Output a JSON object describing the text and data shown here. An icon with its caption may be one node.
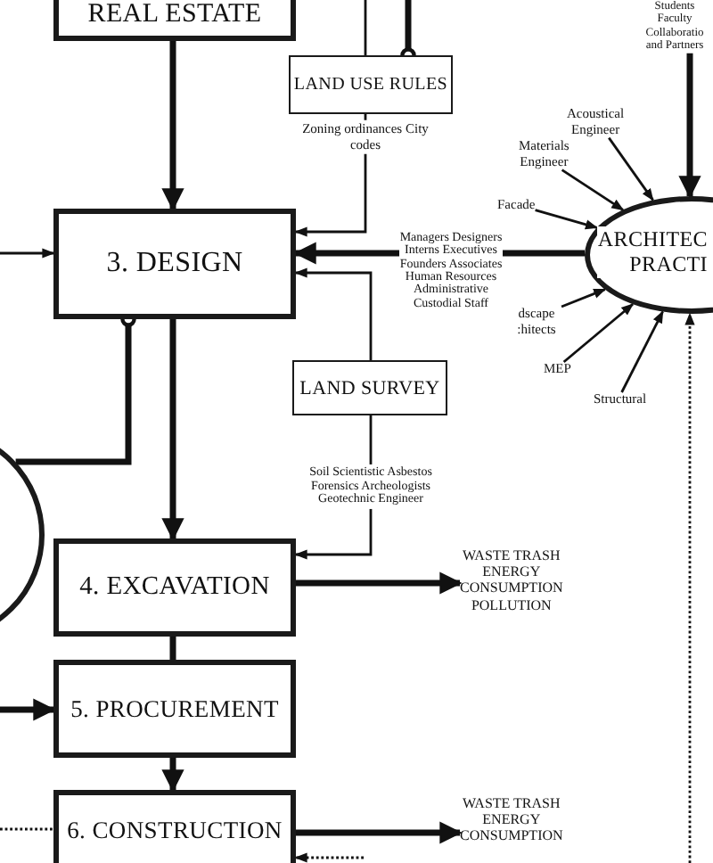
{
  "diagram": {
    "nodes": [
      {
        "text": [
          "REAL ESTATE"
        ]
      },
      {
        "text": [
          "Students Faculty Collaboratio and Partners"
        ]
      },
      {
        "text": [
          "LAND USE RULES"
        ]
      },
      {
        "text": [
          "Acoustical Engineer"
        ]
      },
      {
        "text": [
          "Materials Engineer"
        ]
      },
      {
        "text": [
          "Facade"
        ]
      },
      {
        "text": [
          "3. DESIGN"
        ]
      },
      {
        "text": [
          "ARCHITEC PRACTI"
        ]
      },
      {
        "text": [
          "dscape :hitects"
        ]
      },
      {
        "text": [
          "LAND SURVEY"
        ]
      },
      {
        "text": [
          "MEP"
        ]
      },
      {
        "text": [
          "Structural"
        ]
      },
      {
        "text": [],
        "shape": "circle"
      },
      {
        "text": [
          "4. EXCAVATION"
        ]
      },
      {
        "text": [
          "WASTE TRASH ENERGY CONSUMPTION POLLUTION"
        ]
      },
      {
        "text": [
          "5. PROCUREMENT"
        ]
      },
      {
        "text": [
          "6. CONSTRUCTION"
        ]
      },
      {
        "text": [
          "WASTE TRASH ENERGY CONSUMPTION"
        ]
      }
    ],
    "edges": [
      {
        "from": 0,
        "to": 6,
        "arrow": "to",
        "style": "thick"
      },
      {
        "from": null,
        "to": 2,
        "arrow": "none"
      },
      {
        "from": 2,
        "to": null,
        "arrow": "other",
        "style": "thick"
      },
      {
        "from": 2,
        "to": 6,
        "arrow": "to",
        "label": "Zoning ordinances City codes"
      },
      {
        "from": null,
        "to": 6,
        "arrow": "to"
      },
      {
        "from": 7,
        "to": 6,
        "arrow": "to",
        "style": "thick",
        "label": "Managers Designers Interns Executives Founders Associates Human Resources Administrative Custodial Staff"
      },
      {
        "from": 9,
        "to": 6,
        "arrow": "to"
      },
      {
        "from": 1,
        "to": 7,
        "arrow": "to",
        "style": "thick"
      },
      {
        "from": 3,
        "to": 7,
        "arrow": "to"
      },
      {
        "from": 4,
        "to": 7,
        "arrow": "to"
      },
      {
        "from": 5,
        "to": 7,
        "arrow": "to"
      },
      {
        "from": 8,
        "to": 7,
        "arrow": "to"
      },
      {
        "from": 10,
        "to": 7,
        "arrow": "to"
      },
      {
        "from": 11,
        "to": 7,
        "arrow": "to"
      },
      {
        "from": 6,
        "to": 12,
        "arrow": "other",
        "style": "thick"
      },
      {
        "from": 6,
        "to": 13,
        "arrow": "to",
        "style": "thick"
      },
      {
        "from": 9,
        "to": 13,
        "arrow": "to",
        "label": "Soil Scientistic Asbestos Forensics Archeologists Geotechnic Engineer"
      },
      {
        "from": 13,
        "to": 14,
        "arrow": "to",
        "style": "thick"
      },
      {
        "from": 13,
        "to": 15,
        "arrow": "none",
        "style": "thick"
      },
      {
        "from": null,
        "to": 15,
        "arrow": "to",
        "style": "thick"
      },
      {
        "from": 15,
        "to": 16,
        "arrow": "to",
        "style": "thick"
      },
      {
        "from": 16,
        "to": 17,
        "arrow": "to",
        "style": "thick"
      },
      {
        "from": null,
        "to": 16,
        "arrow": "none",
        "style": "dashed"
      },
      {
        "from": null,
        "to": 16,
        "arrow": "to",
        "style": "dashed"
      },
      {
        "from": null,
        "to": 7,
        "arrow": "to",
        "style": "dashed"
      }
    ]
  }
}
